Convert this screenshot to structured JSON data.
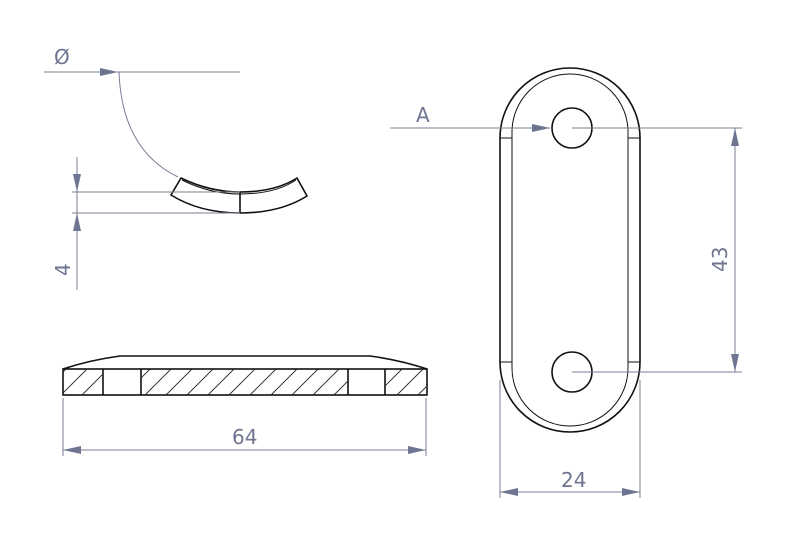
{
  "drawing": {
    "diameter_label": "Ø",
    "thickness_label": "4",
    "length_label": "64",
    "section_label": "A",
    "hole_spacing_label": "43",
    "width_label": "24"
  },
  "colors": {
    "dimension": "#6f7590",
    "outline": "#111111"
  }
}
